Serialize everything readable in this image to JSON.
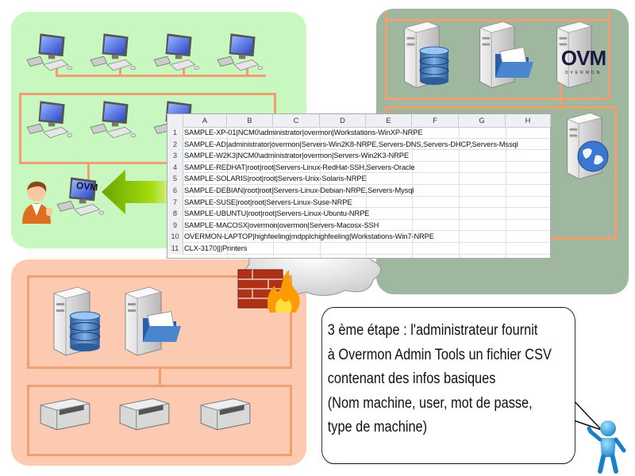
{
  "spreadsheet": {
    "columns": [
      "A",
      "B",
      "C",
      "D",
      "E",
      "F",
      "G",
      "H"
    ],
    "rows": [
      {
        "n": "1",
        "text": "SAMPLE-XP-01|NCM0\\administrator|overmon|Workstations-WinXP-NRPE"
      },
      {
        "n": "2",
        "text": "SAMPLE-AD|administrator|overmon|Servers-Win2K8-NRPE,Servers-DNS,Servers-DHCP,Servers-Mssql"
      },
      {
        "n": "3",
        "text": "SAMPLE-W2K3|NCM0\\administrator|overmon|Servers-Win2K3-NRPE"
      },
      {
        "n": "4",
        "text": "SAMPLE-REDHAT|root|root|Servers-Linux-RedHat-SSH,Servers-Oracle"
      },
      {
        "n": "5",
        "text": "SAMPLE-SOLARIS|root|root|Servers-Unix-Solaris-NRPE"
      },
      {
        "n": "6",
        "text": "SAMPLE-DEBIAN|root|root|Servers-Linux-Debian-NRPE,Servers-Mysql"
      },
      {
        "n": "7",
        "text": "SAMPLE-SUSE|root|root|Servers-Linux-Suse-NRPE"
      },
      {
        "n": "8",
        "text": "SAMPLE-UBUNTU|root|root|Servers-Linux-Ubuntu-NRPE"
      },
      {
        "n": "9",
        "text": "SAMPLE-MACOSX|overmon|overmon|Servers-Macosx-SSH"
      },
      {
        "n": "10",
        "text": "OVERMON-LAPTOP|highfeeling|mdpplchighfeeling|Workstations-Win7-NRPE"
      },
      {
        "n": "11",
        "text": "CLX-3170|||Printers"
      }
    ]
  },
  "bubble": {
    "lines": [
      "3 ème étape : l'administrateur fournit",
      "à Overmon Admin Tools un fichier CSV",
      "contenant des infos basiques",
      "(Nom machine, user, mot de passe,",
      "type de machine)"
    ]
  },
  "logo": {
    "mark": "OVM",
    "subtitle": "OVERMON"
  },
  "colors": {
    "workstation_zone": "#c8f7c0",
    "server_zone": "#9fb79f",
    "device_zone": "#fcc9b1",
    "link": "#f0a070",
    "arrow": "#7fb800"
  }
}
